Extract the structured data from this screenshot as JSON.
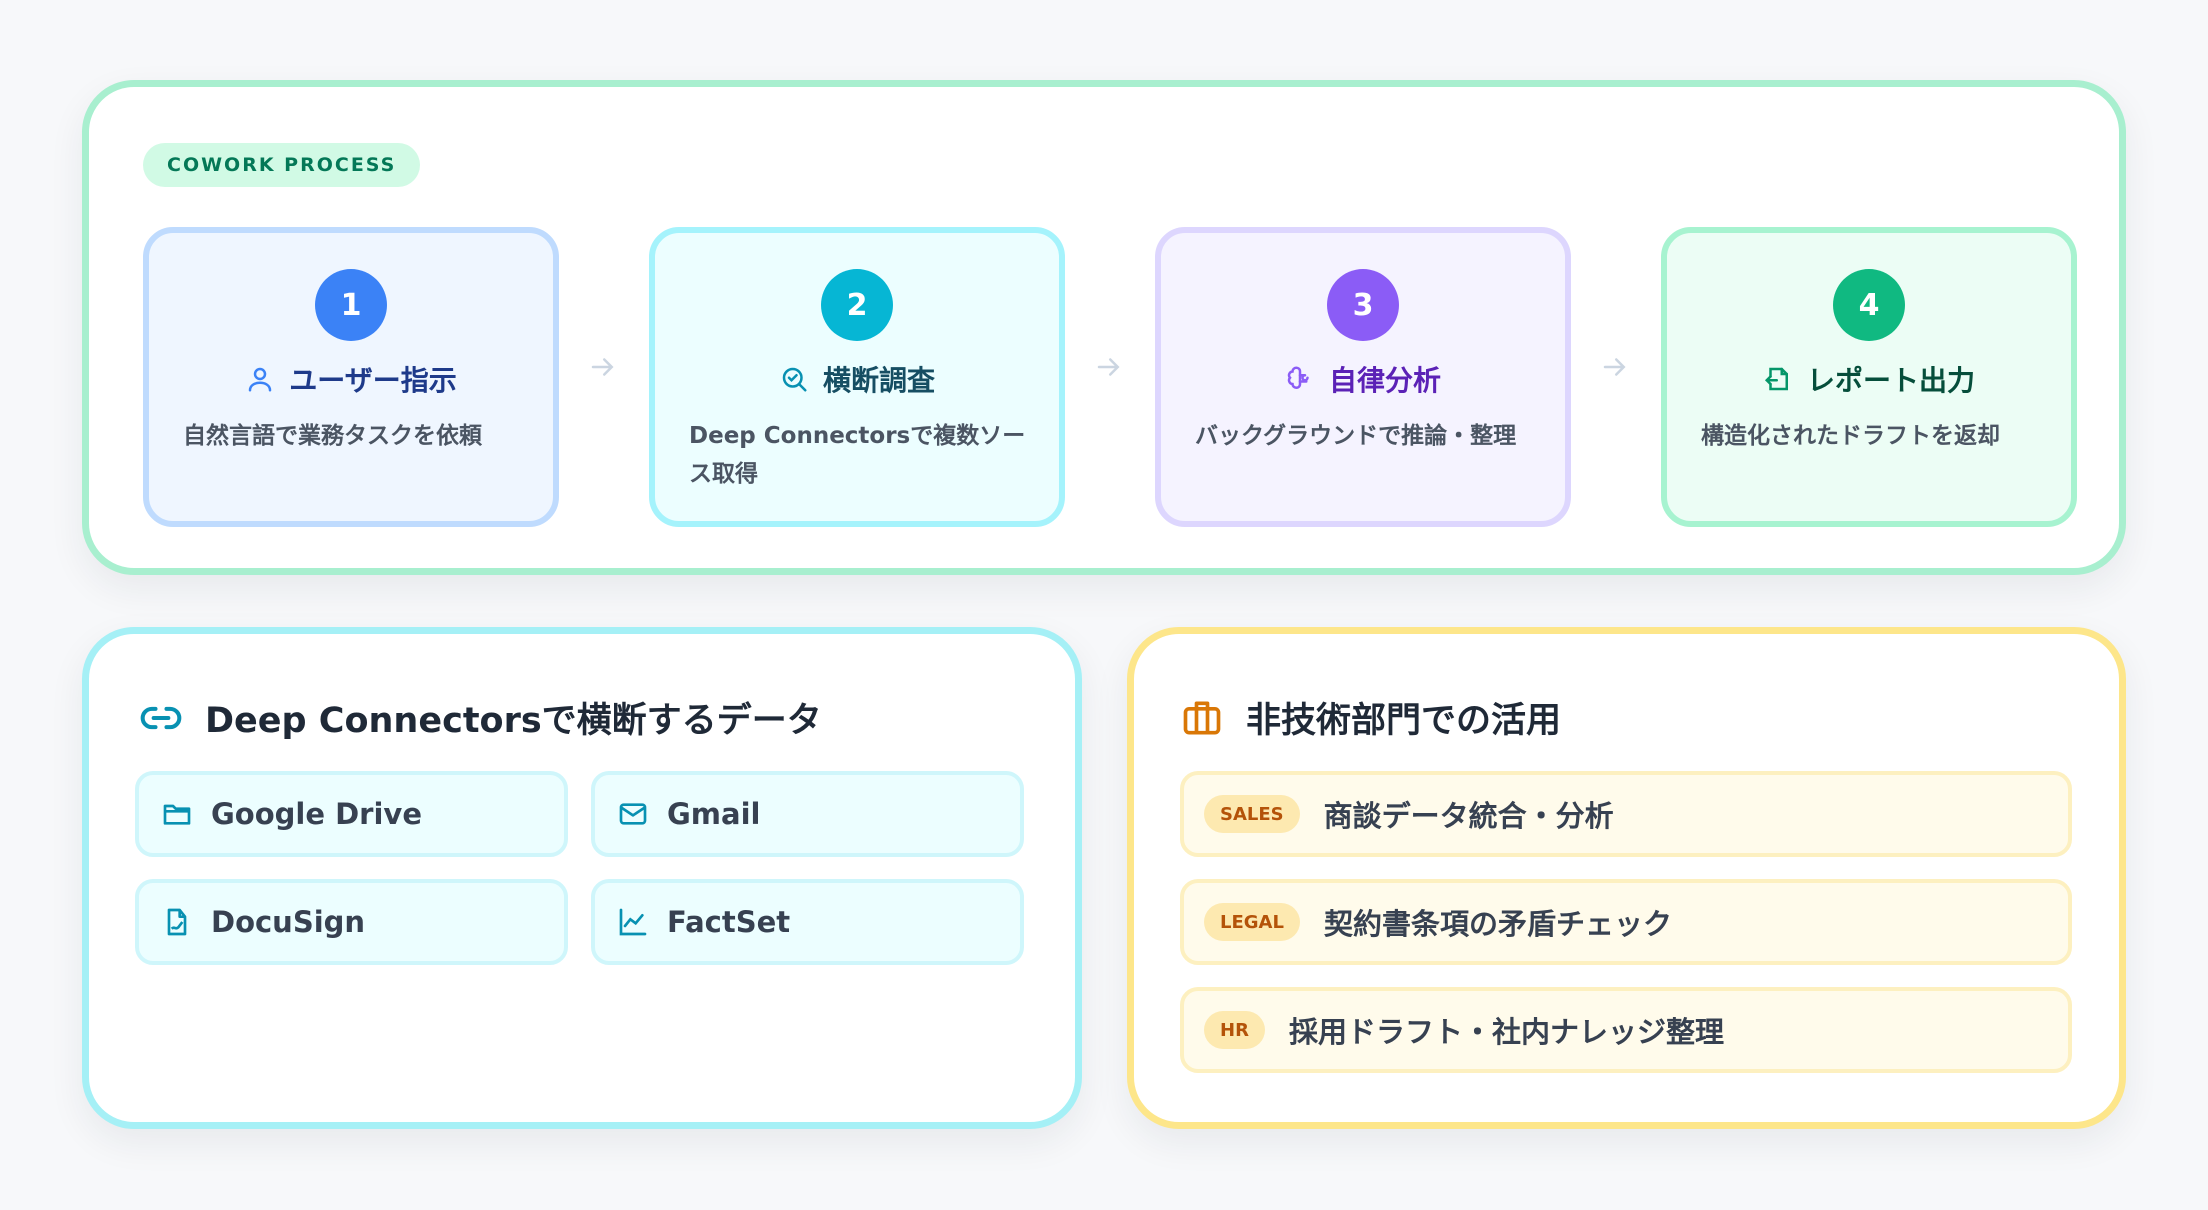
{
  "process": {
    "badge": "COWORK PROCESS",
    "steps": [
      {
        "number": "1",
        "title": "ユーザー指示",
        "description": "自然言語で業務タスクを依頼",
        "icon": "user-icon",
        "color": "#3b82f6"
      },
      {
        "number": "2",
        "title": "横断調査",
        "description": "Deep Connectorsで複数ソース取得",
        "icon": "search-check-icon",
        "color": "#06b6d4"
      },
      {
        "number": "3",
        "title": "自律分析",
        "description": "バックグラウンドで推論・整理",
        "icon": "brain-icon",
        "color": "#8b5cf6"
      },
      {
        "number": "4",
        "title": "レポート出力",
        "description": "構造化されたドラフトを返却",
        "icon": "file-output-icon",
        "color": "#10b981"
      }
    ]
  },
  "connectors": {
    "title": "Deep Connectorsで横断するデータ",
    "icon": "link-icon",
    "items": [
      {
        "label": "Google Drive",
        "icon": "folder-icon"
      },
      {
        "label": "Gmail",
        "icon": "mail-icon"
      },
      {
        "label": "DocuSign",
        "icon": "file-signature-icon"
      },
      {
        "label": "FactSet",
        "icon": "line-chart-icon"
      }
    ]
  },
  "usecases": {
    "title": "非技術部門での活用",
    "icon": "briefcase-icon",
    "items": [
      {
        "tag": "SALES",
        "label": "商談データ統合・分析"
      },
      {
        "tag": "LEGAL",
        "label": "契約書条項の矛盾チェック"
      },
      {
        "tag": "HR",
        "label": "採用ドラフト・社内ナレッジ整理"
      }
    ]
  }
}
